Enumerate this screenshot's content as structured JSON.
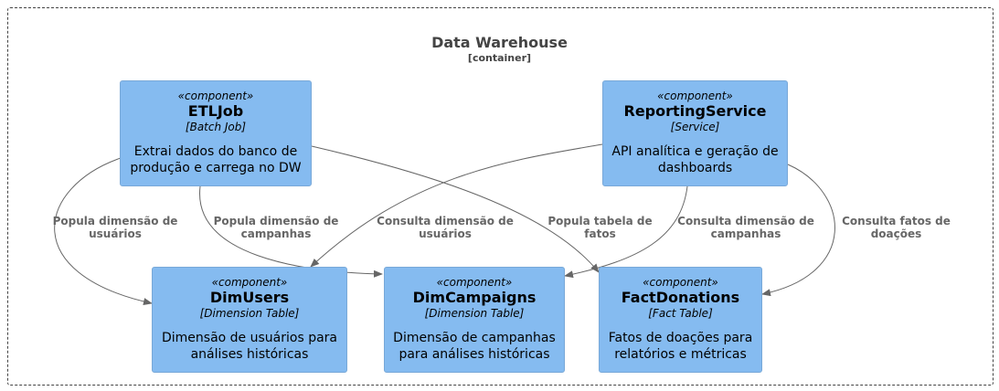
{
  "boundary": {
    "title": "Data Warehouse",
    "type": "[container]"
  },
  "components": {
    "etljob": {
      "stereotype": "«component»",
      "name": "ETLJob",
      "tech": "[Batch Job]",
      "description": "Extrai dados do banco de produção e carrega no DW"
    },
    "reporting": {
      "stereotype": "«component»",
      "name": "ReportingService",
      "tech": "[Service]",
      "description": "API analítica e geração de dashboards"
    },
    "dimusers": {
      "stereotype": "«component»",
      "name": "DimUsers",
      "tech": "[Dimension Table]",
      "description": "Dimensão de usuários para análises históricas"
    },
    "dimcampaigns": {
      "stereotype": "«component»",
      "name": "DimCampaigns",
      "tech": "[Dimension Table]",
      "description": "Dimensão de campanhas para análises históricas"
    },
    "factdonations": {
      "stereotype": "«component»",
      "name": "FactDonations",
      "tech": "[Fact Table]",
      "description": "Fatos de doações para relatórios e métricas"
    }
  },
  "relations": {
    "etl_users": {
      "from": "ETLJob",
      "to": "DimUsers",
      "label": "Popula dimensão de usuários"
    },
    "etl_campaigns": {
      "from": "ETLJob",
      "to": "DimCampaigns",
      "label": "Popula dimensão de campanhas"
    },
    "etl_facts": {
      "from": "ETLJob",
      "to": "FactDonations",
      "label": "Popula tabela de fatos"
    },
    "rep_users": {
      "from": "ReportingService",
      "to": "DimUsers",
      "label": "Consulta dimensão de usuários"
    },
    "rep_campaigns": {
      "from": "ReportingService",
      "to": "DimCampaigns",
      "label": "Consulta dimensão de campanhas"
    },
    "rep_facts": {
      "from": "ReportingService",
      "to": "FactDonations",
      "label": "Consulta fatos de doações"
    }
  },
  "colors": {
    "component_fill": "#85bbf0",
    "component_border": "#78a8d8",
    "edge": "#666666",
    "boundary": "#444444"
  }
}
